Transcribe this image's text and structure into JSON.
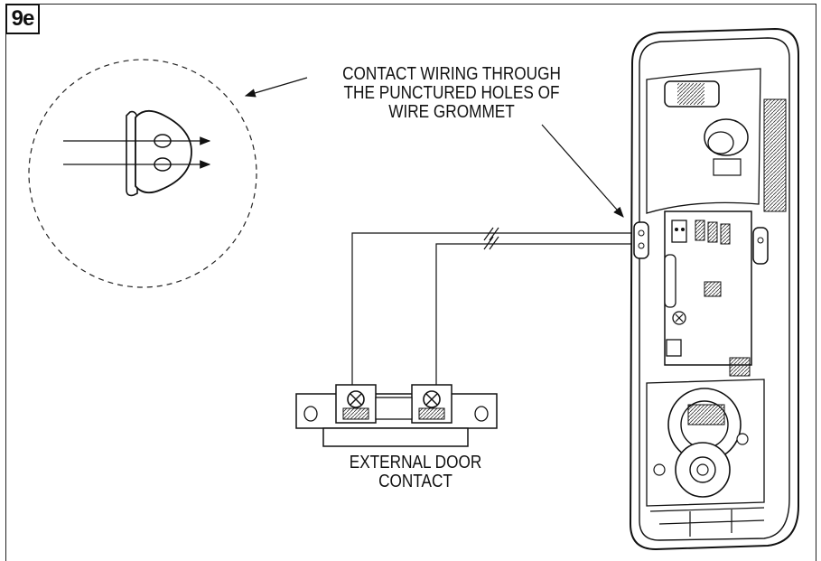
{
  "figure": {
    "step": "9e"
  },
  "callouts": {
    "wiring": {
      "line1": "CONTACT WIRING THROUGH",
      "line2": "THE PUNCTURED HOLES OF",
      "line3": "WIRE GROMMET"
    },
    "contact": {
      "line1": "EXTERNAL DOOR",
      "line2": "CONTACT"
    }
  },
  "colors": {
    "ink": "#111111",
    "paper": "#ffffff",
    "shade": "#bbbbbb"
  }
}
